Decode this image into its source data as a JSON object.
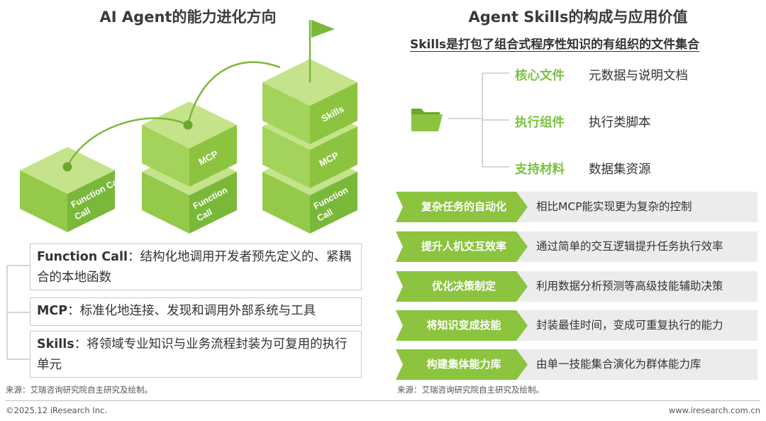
{
  "left": {
    "title": "AI Agent的能力进化方向",
    "cubes": {
      "col1": [
        "Function Call"
      ],
      "col2_top": "MCP",
      "col2_bottom": "Function Call",
      "col3_top": "Skills",
      "col3_mid": "MCP",
      "col3_bottom": "Function Call"
    },
    "descriptions": [
      {
        "term": "Function Call",
        "text": "：结构化地调用开发者预先定义的、紧耦合的本地函数"
      },
      {
        "term": "MCP",
        "text": "：标准化地连接、发现和调用外部系统与工具"
      },
      {
        "term": "Skills",
        "text": "：将领域专业知识与业务流程封装为可复用的执行单元"
      }
    ],
    "source": "来源：艾瑞咨询研究院自主研究及绘制。"
  },
  "right": {
    "title": "Agent Skills的构成与应用价值",
    "subtitle": "Skills是打包了组合式程序性知识的有组织的文件集合",
    "tree": [
      {
        "label": "核心文件",
        "text": "元数据与说明文档"
      },
      {
        "label": "执行组件",
        "text": "执行类脚本"
      },
      {
        "label": "支持材料",
        "text": "数据集资源"
      }
    ],
    "values": [
      {
        "label": "复杂任务的自动化",
        "text": "相比MCP能实现更为复杂的控制"
      },
      {
        "label": "提升人机交互效率",
        "text": "通过简单的交互逻辑提升任务执行效率"
      },
      {
        "label": "优化决策制定",
        "text": "利用数据分析预测等高级技能辅助决策"
      },
      {
        "label": "将知识变成技能",
        "text": "封装最佳时间，变成可重复执行的能力"
      },
      {
        "label": "构建集体能力库",
        "text": "由单一技能集合演化为群体能力库"
      }
    ],
    "source": "来源：艾瑞咨询研究院自主研究及绘制。"
  },
  "footer": {
    "copyright": "©2025.12 iResearch Inc.",
    "website": "www.iresearch.com.cn"
  },
  "colors": {
    "green_light": "#a6d35a",
    "green_mid": "#8cc43f",
    "green_dark": "#6aa82a",
    "accent_text": "#7bc142"
  },
  "icons": [
    "flag-icon",
    "folder-icon"
  ]
}
